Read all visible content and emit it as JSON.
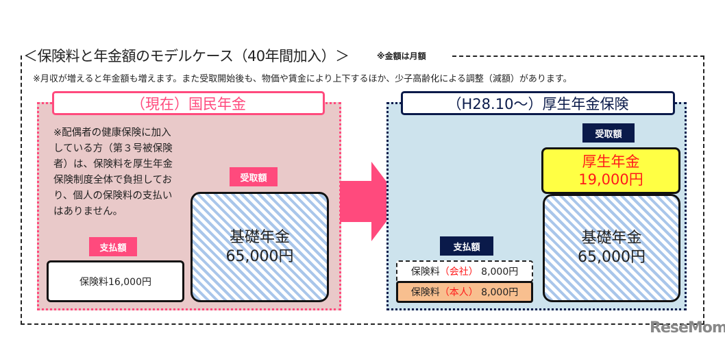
{
  "title": "＜保険料と年金額のモデルケース（40年間加入）＞",
  "monthly_note": "※金額は月額",
  "note": "※月収が増えると年金額も増えます。また受取開始後も、物価や賃金により上下するほか、少子高齢化による調整（減額）があります。",
  "left": {
    "title": "（現在）国民年金",
    "note": "※配偶者の健康保険に加入している方（第３号被保険者）は、保険料を厚生年金保険制度全体で負担しており、個人の保険料の支払いはありません。",
    "receive_tag": "受取額",
    "basic_label": "基礎年金",
    "basic_amount": "65,000円",
    "pay_tag": "支払額",
    "premium": "保険料16,000円"
  },
  "right": {
    "title": "（H28.10〜）厚生年金保険",
    "receive_tag": "受取額",
    "employee_label": "厚生年金",
    "employee_amount": "19,000円",
    "basic_label": "基礎年金",
    "basic_amount": "65,000円",
    "pay_tag": "支払額",
    "company": {
      "prefix": "保険料",
      "who": "（会社）",
      "amount": "8,000円"
    },
    "self": {
      "prefix": "保険料",
      "who": "（本人）",
      "amount": "8,000円"
    }
  },
  "watermark": "ReseMom",
  "colors": {
    "pink": "#ff4a7d",
    "navy": "#0a1a4a",
    "yellow": "#ffff44",
    "orange": "#f8bf8f"
  }
}
